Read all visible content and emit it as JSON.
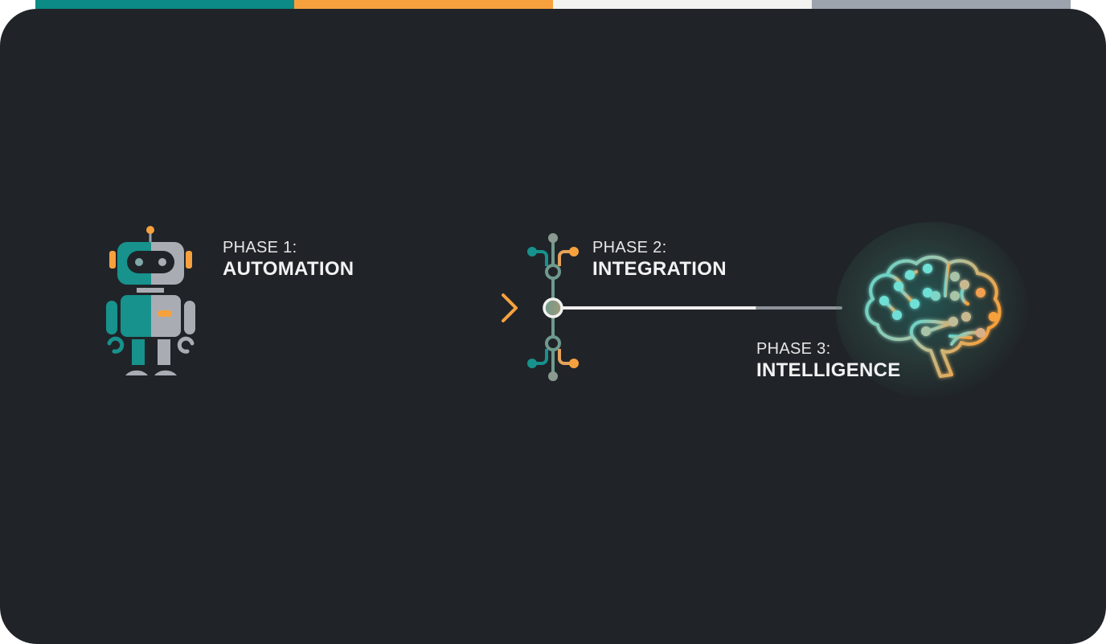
{
  "colors": {
    "teal": "#0b8a86",
    "orange": "#f7a13e",
    "light": "#f2f2f0",
    "gray": "#9ca3ad",
    "background": "#202429"
  },
  "top_bar": [
    "#0b8a86",
    "#f7a13e",
    "#f2f2f0",
    "#9ca3ad"
  ],
  "phases": [
    {
      "number": "PHASE 1:",
      "title": "AUTOMATION",
      "icon": "robot-icon"
    },
    {
      "number": "PHASE 2:",
      "title": "INTEGRATION",
      "icon": "network-node-icon"
    },
    {
      "number": "PHASE 3:",
      "title": "INTELLIGENCE",
      "icon": "brain-circuit-icon"
    }
  ]
}
